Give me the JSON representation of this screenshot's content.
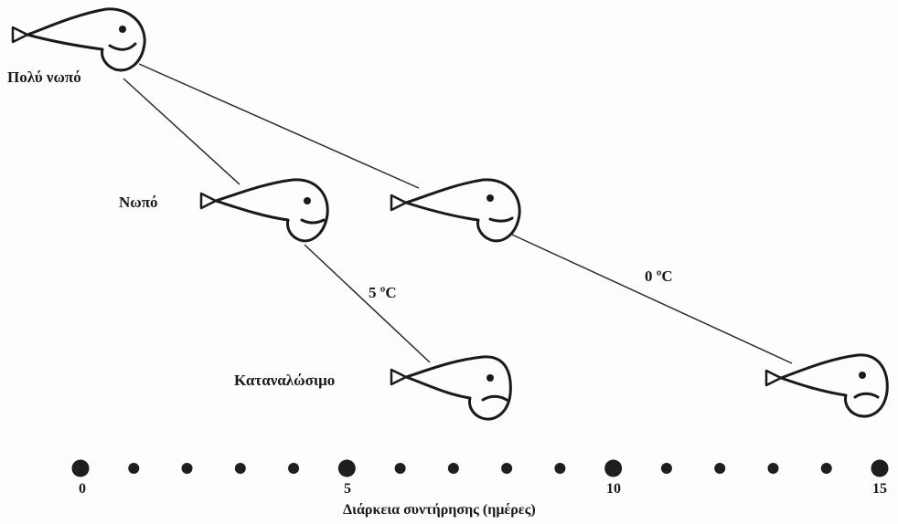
{
  "freshness_levels": {
    "very_fresh": "Πολύ νωπό",
    "fresh": "Νωπό",
    "edible": "Καταναλώσιμο"
  },
  "temperatures": {
    "warm": "5 ºC",
    "cold": "0 ºC"
  },
  "axis": {
    "label": "Διάρκεια συντήρησης (ημέρες)",
    "ticks": [
      "0",
      "5",
      "10",
      "15"
    ],
    "min": 0,
    "max": 15,
    "dot_count": 16
  },
  "storage_paths": [
    {
      "temperature": "5 ºC",
      "fresh_day": 3.5,
      "edible_day": 7.5
    },
    {
      "temperature": "0 ºC",
      "fresh_day": 7.5,
      "edible_day": 14.5
    }
  ],
  "fish_faces": [
    "smile",
    "smile",
    "smile",
    "frown",
    "frown"
  ]
}
